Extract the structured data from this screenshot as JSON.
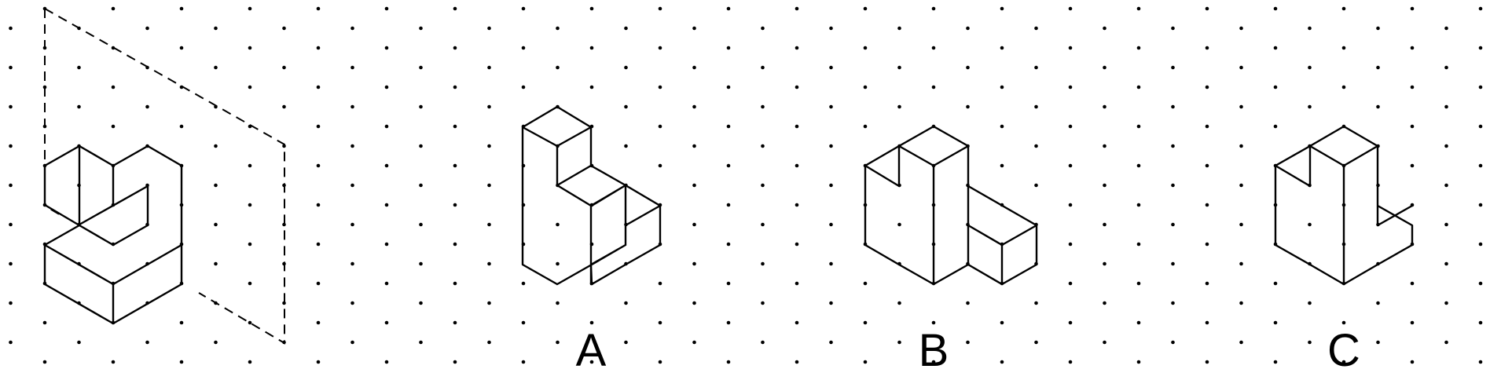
{
  "figure": {
    "options": [
      {
        "id": "A",
        "label": "A"
      },
      {
        "id": "B",
        "label": "B"
      },
      {
        "id": "C",
        "label": "C"
      }
    ]
  }
}
